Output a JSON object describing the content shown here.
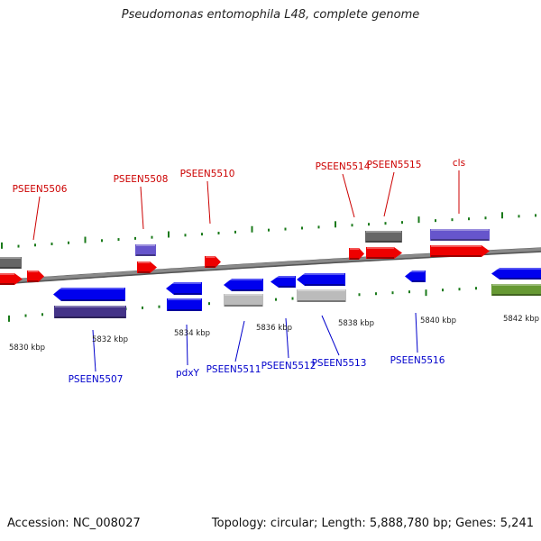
{
  "title": "Pseudomonas entomophila L48, complete genome",
  "footer": {
    "accession": "Accession: NC_008027",
    "summary": "Topology: circular; Length: 5,888,780 bp; Genes: 5,241"
  },
  "colors": {
    "forward_label": "#cc0000",
    "reverse_label": "#0000cc",
    "backbone": "#8a8a8a",
    "ticks": "#1a7a1a",
    "red_cds": "#ee0000",
    "blue_cds": "#0000ee",
    "gray_feature": "#666666",
    "lightgray_feature": "#bbbbbb",
    "purple_feature": "#6655cc",
    "darkpurple_feature": "#443388",
    "olive_feature": "#669933"
  },
  "scale_labels": [
    "5830 kbp",
    "5832 kbp",
    "5834 kbp",
    "5836 kbp",
    "5838 kbp",
    "5840 kbp",
    "5842 kbp"
  ],
  "forward_genes": [
    {
      "id": "PSEEN5506",
      "label": "PSEEN5506"
    },
    {
      "id": "PSEEN5508",
      "label": "PSEEN5508"
    },
    {
      "id": "PSEEN5510",
      "label": "PSEEN5510"
    },
    {
      "id": "PSEEN5514",
      "label": "PSEEN5514"
    },
    {
      "id": "PSEEN5515",
      "label": "PSEEN5515"
    },
    {
      "id": "cls",
      "label": "cls"
    }
  ],
  "reverse_genes": [
    {
      "id": "PSEEN5507",
      "label": "PSEEN5507"
    },
    {
      "id": "pdxY",
      "label": "pdxY"
    },
    {
      "id": "PSEEN5511",
      "label": "PSEEN5511"
    },
    {
      "id": "PSEEN5512",
      "label": "PSEEN5512"
    },
    {
      "id": "PSEEN5513",
      "label": "PSEEN5513"
    },
    {
      "id": "PSEEN5516",
      "label": "PSEEN5516"
    }
  ]
}
